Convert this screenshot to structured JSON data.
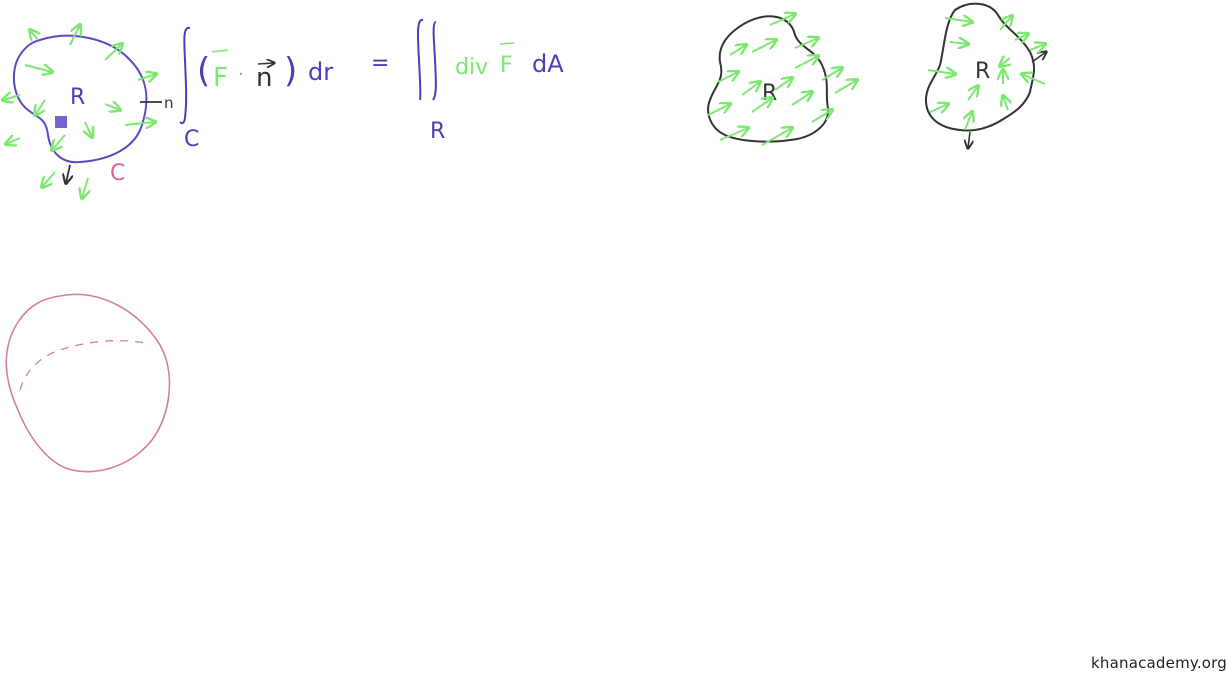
{
  "colors": {
    "region_outline": "#5a48c4",
    "field_arrow": "#7be86f",
    "normal": "#333333",
    "curve_label": "#e0609a",
    "sphere": "#d77aa6",
    "blob_outline": "#333333",
    "equation_blue": "#4a3fb8",
    "equation_green": "#7be86f"
  },
  "region_1": {
    "region_label": "R",
    "curve_label": "C",
    "normal_label": "n"
  },
  "equation": {
    "integral_subscript": "C",
    "open_paren": "(",
    "field": "F",
    "dot": "·",
    "normal": "n",
    "close_paren": ")",
    "differential": "dr",
    "equals": "=",
    "double_integral_subscript": "R",
    "div": "div",
    "div_field": "F",
    "area": "dA"
  },
  "blob_2": {
    "label": "R"
  },
  "blob_3": {
    "label": "R"
  },
  "footer": {
    "watermark": "khanacademy.org"
  }
}
